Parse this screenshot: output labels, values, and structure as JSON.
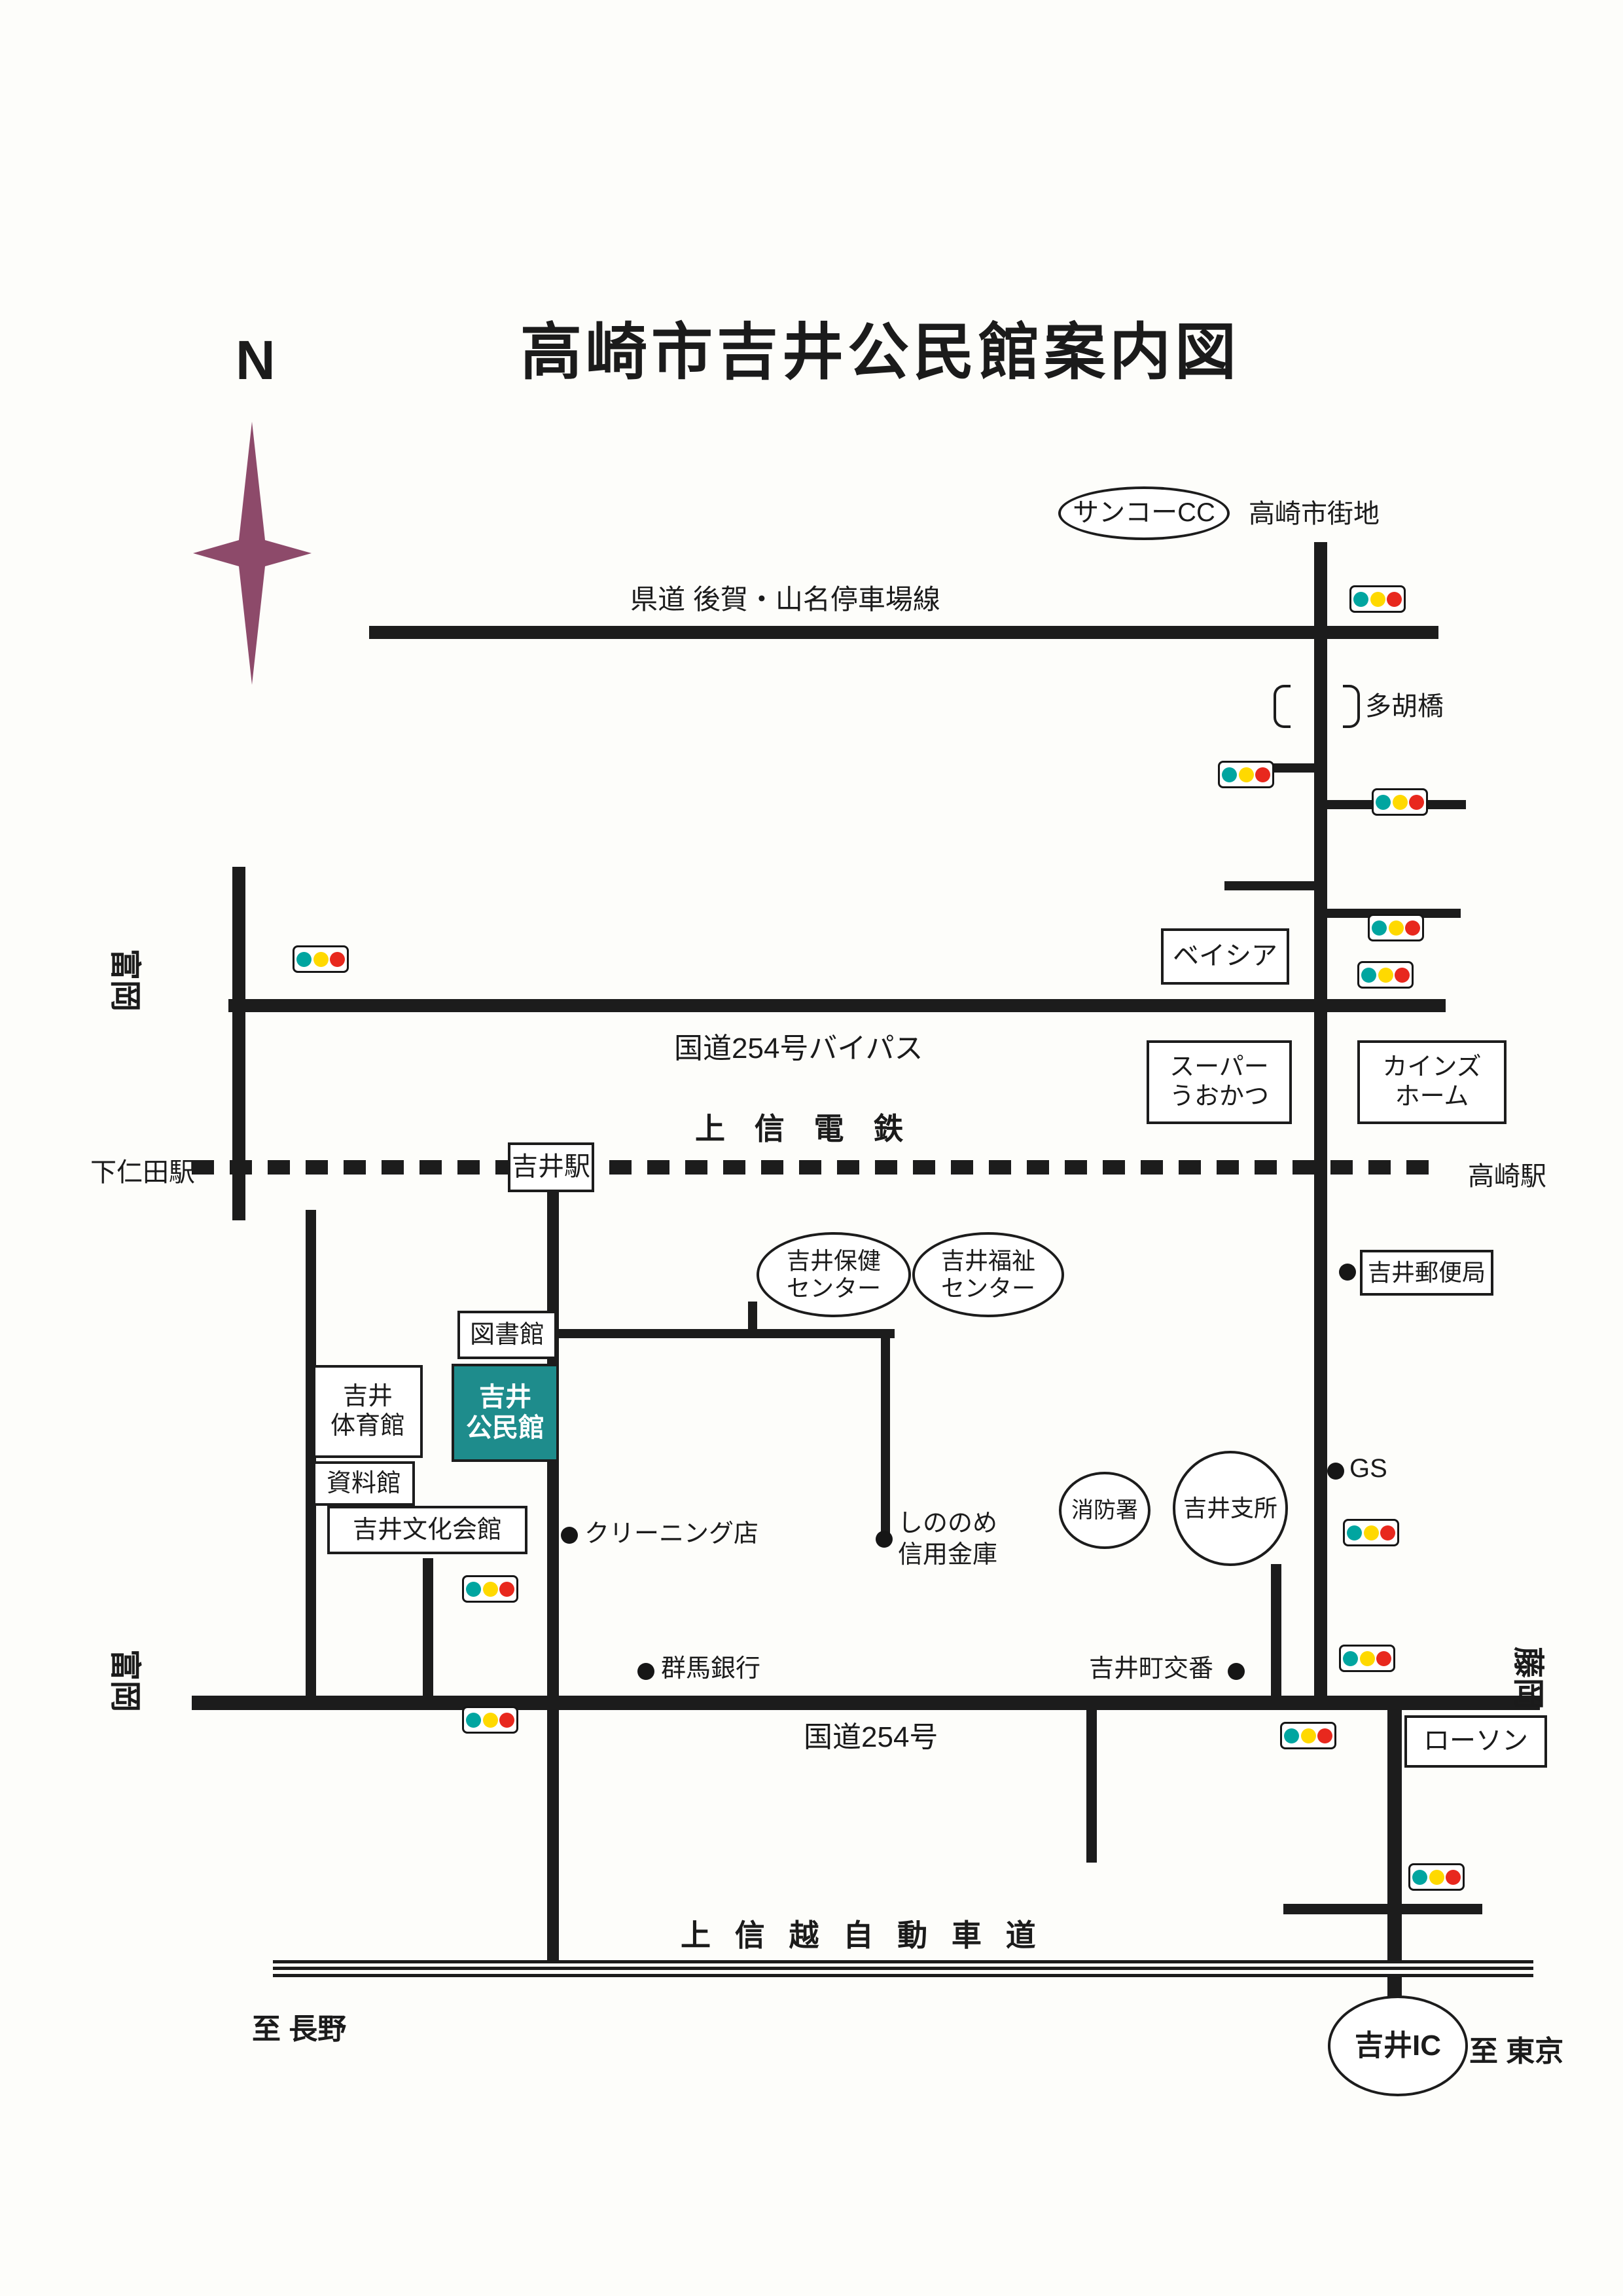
{
  "title": "高崎市吉井公民館案内図",
  "compass_n": "N",
  "areas": {
    "takasaki_city": "高崎市街地",
    "tomioka_top": "富岡",
    "tomioka_bottom": "富岡",
    "fujioka": "藤岡",
    "to_nagano": "至 長野",
    "to_tokyo": "至 東京"
  },
  "roads": {
    "kendo": "県道 後賀・山名停車場線",
    "r254_bypass": "国道254号バイパス",
    "r254": "国道254号",
    "railway": "上 信 電 鉄",
    "expressway": "上 信 越 自 動 車 道",
    "tago_bridge": "多胡橋"
  },
  "stations": {
    "shimonita": "下仁田駅",
    "yoshii": "吉井駅",
    "takasaki": "高崎駅"
  },
  "places": {
    "sanko_cc": "サンコーCC",
    "beisia": "ベイシア",
    "super_uokatsu": "スーパー\nうおかつ",
    "cainz_home": "カインズ\nホーム",
    "hoken_center": "吉井保健\nセンター",
    "fukushi_center": "吉井福祉\nセンター",
    "post_office": "吉井郵便局",
    "library": "図書館",
    "gym": "吉井\n体育館",
    "kominkan": "吉井\n公民館",
    "museum": "資料館",
    "bunka_kaikan": "吉井文化会館",
    "cleaning": "クリーニング店",
    "shinonome_bank": "しののめ\n信用金庫",
    "fire_dept": "消防署",
    "branch_office": "吉井支所",
    "gs": "GS",
    "gunma_bank": "群馬銀行",
    "koban": "吉井町交番",
    "lawson": "ローソン",
    "yoshii_ic": "吉井IC"
  },
  "colors": {
    "kominkan_fill": "#1e8c8c",
    "compass": "#8d4a6a",
    "signal_green": "#00a5a0",
    "signal_yellow": "#ffd900",
    "signal_red": "#e8281e"
  }
}
